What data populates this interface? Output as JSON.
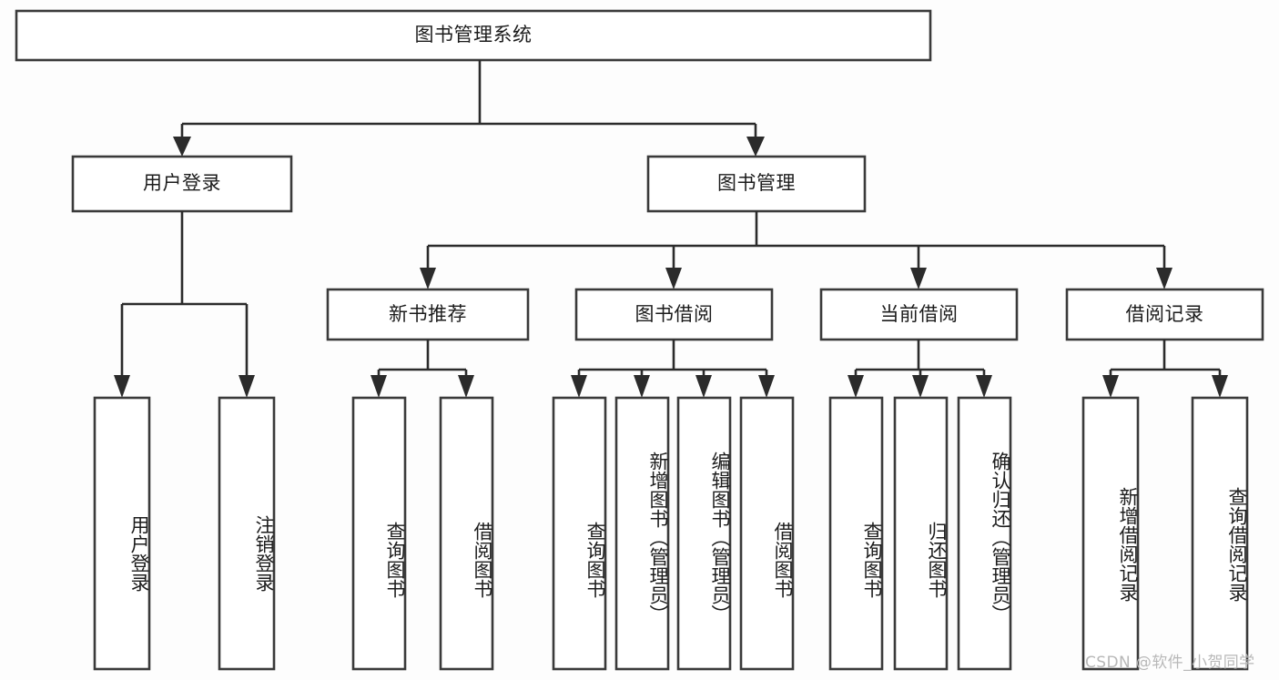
{
  "diagram": {
    "type": "tree-hierarchy-functional-structure",
    "title": "图书管理系统",
    "background_color": "#fdfdfd",
    "box_stroke_color": "#3a3a3a",
    "box_fill_color": "#ffffff",
    "connector_color": "#2b2b2b",
    "text_color": "#1c1c1c"
  },
  "nodes": {
    "root": {
      "label": "图书管理系统",
      "orientation": "horizontal"
    },
    "level1": [
      {
        "id": "user-login",
        "label": "用户登录",
        "orientation": "horizontal"
      },
      {
        "id": "book-management",
        "label": "图书管理",
        "orientation": "horizontal"
      }
    ],
    "level2": [
      {
        "id": "new-book-recommend",
        "label": "新书推荐",
        "orientation": "horizontal"
      },
      {
        "id": "book-borrow",
        "label": "图书借阅",
        "orientation": "horizontal"
      },
      {
        "id": "current-borrow",
        "label": "当前借阅",
        "orientation": "horizontal"
      },
      {
        "id": "borrow-record",
        "label": "借阅记录",
        "orientation": "horizontal"
      }
    ],
    "leaves": {
      "user-login": [
        {
          "id": "leaf-user-login",
          "label": "用户登录",
          "orientation": "vertical"
        },
        {
          "id": "leaf-logout",
          "label": "注销登录",
          "orientation": "vertical"
        }
      ],
      "new-book-recommend": [
        {
          "id": "leaf-query-book-1",
          "label": "查询图书",
          "orientation": "vertical"
        },
        {
          "id": "leaf-borrow-book-1",
          "label": "借阅图书",
          "orientation": "vertical"
        }
      ],
      "book-borrow": [
        {
          "id": "leaf-query-book-2",
          "label": "查询图书",
          "orientation": "vertical"
        },
        {
          "id": "leaf-add-book",
          "label": "新增图书（管理员）",
          "orientation": "vertical"
        },
        {
          "id": "leaf-edit-book",
          "label": "编辑图书（管理员）",
          "orientation": "vertical"
        },
        {
          "id": "leaf-borrow-book-2",
          "label": "借阅图书",
          "orientation": "vertical"
        }
      ],
      "current-borrow": [
        {
          "id": "leaf-query-book-3",
          "label": "查询图书",
          "orientation": "vertical"
        },
        {
          "id": "leaf-return-book",
          "label": "归还图书",
          "orientation": "vertical"
        },
        {
          "id": "leaf-confirm-return",
          "label": "确认归还（管理员）",
          "orientation": "vertical"
        }
      ],
      "borrow-record": [
        {
          "id": "leaf-add-record",
          "label": "新增借阅记录",
          "orientation": "vertical"
        },
        {
          "id": "leaf-query-record",
          "label": "查询借阅记录",
          "orientation": "vertical"
        }
      ]
    }
  },
  "watermark": {
    "text": "CSDN @软件_小贺同学"
  }
}
